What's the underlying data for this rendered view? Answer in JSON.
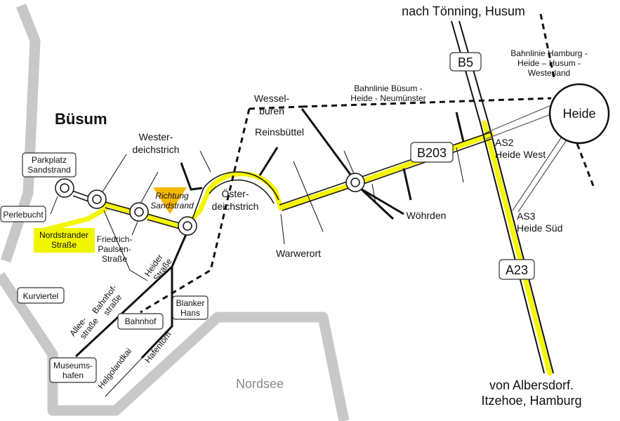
{
  "title": "Büsum",
  "colors": {
    "coast": "#c8c8c8",
    "highlight": "#f5f500",
    "road": "#111111",
    "arrow": "#f5b800"
  },
  "places": {
    "parkplatz": [
      "Parkplatz",
      "Sandstrand"
    ],
    "perlebucht": "Perlebucht",
    "nordstrander": [
      "Nordstrander",
      "Straße"
    ],
    "friedrich": [
      "Friedrich-",
      "Paulsen-",
      "Straße"
    ],
    "heider": [
      "Heider",
      "Straße"
    ],
    "wester": [
      "Wester-",
      "deichstrich"
    ],
    "richtung": [
      "Richtung",
      "Sandstrand"
    ],
    "oster": [
      "Öster-",
      "deichstrich"
    ],
    "wessel": [
      "Wessel-",
      "buren"
    ],
    "reins": "Reinsbüttel",
    "warwer": "Warwerort",
    "wohrden": "Wöhrden",
    "kurviertel": "Kurviertel",
    "bahnhofstr": [
      "Bahnhof-",
      "straße"
    ],
    "allee": [
      "Allee-",
      "straße"
    ],
    "bahnhof": "Bahnhof",
    "blanker": [
      "Blanker",
      "Hans"
    ],
    "museum": [
      "Museums-",
      "hafen"
    ],
    "helgoland": "Helgolandkai",
    "hafentorn": "Hafentörn",
    "nordsee": "Nordsee",
    "heide": "Heide",
    "as2": [
      "AS2",
      "Heide West"
    ],
    "as3": [
      "AS3",
      "Heide Süd"
    ],
    "rail1": [
      "Bahnlinie Büsum -",
      "Heide - Neumünster"
    ],
    "rail2": [
      "Bahnlinie Hamburg -",
      "Heide – Husum -",
      "Westerland"
    ],
    "north": "nach Tönning, Husum",
    "south": [
      "von Albersdorf.",
      "Itzehoe, Hamburg"
    ]
  },
  "shields": {
    "b5": "B5",
    "b203": "B203",
    "a23": "A23"
  }
}
